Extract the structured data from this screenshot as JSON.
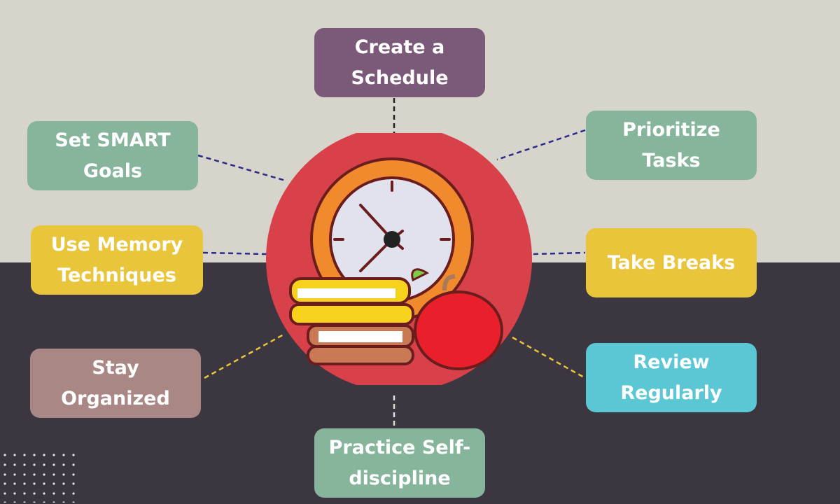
{
  "diagram": {
    "center_icon": "clock-books-apple-icon",
    "nodes": [
      {
        "id": "schedule",
        "lines": [
          "Create a",
          "Schedule"
        ],
        "color": "#7a5a78"
      },
      {
        "id": "smart",
        "lines": [
          "Set SMART",
          "Goals"
        ],
        "color": "#86b59c"
      },
      {
        "id": "prioritize",
        "lines": [
          "Prioritize",
          "Tasks"
        ],
        "color": "#86b59c"
      },
      {
        "id": "memory",
        "lines": [
          "Use Memory",
          "Techniques"
        ],
        "color": "#e8c53a"
      },
      {
        "id": "breaks",
        "lines": [
          "Take Breaks"
        ],
        "color": "#e8c53a"
      },
      {
        "id": "organized",
        "lines": [
          "Stay",
          "Organized"
        ],
        "color": "#a88784"
      },
      {
        "id": "review",
        "lines": [
          "Review",
          "Regularly"
        ],
        "color": "#5cc7d4"
      },
      {
        "id": "discipline",
        "lines": [
          "Practice Self-",
          "discipline"
        ],
        "color": "#86b59c"
      }
    ],
    "colors": {
      "background_top": "#d6d4cb",
      "background_bottom": "#3b363f",
      "center_circle": "#d8414a"
    }
  }
}
